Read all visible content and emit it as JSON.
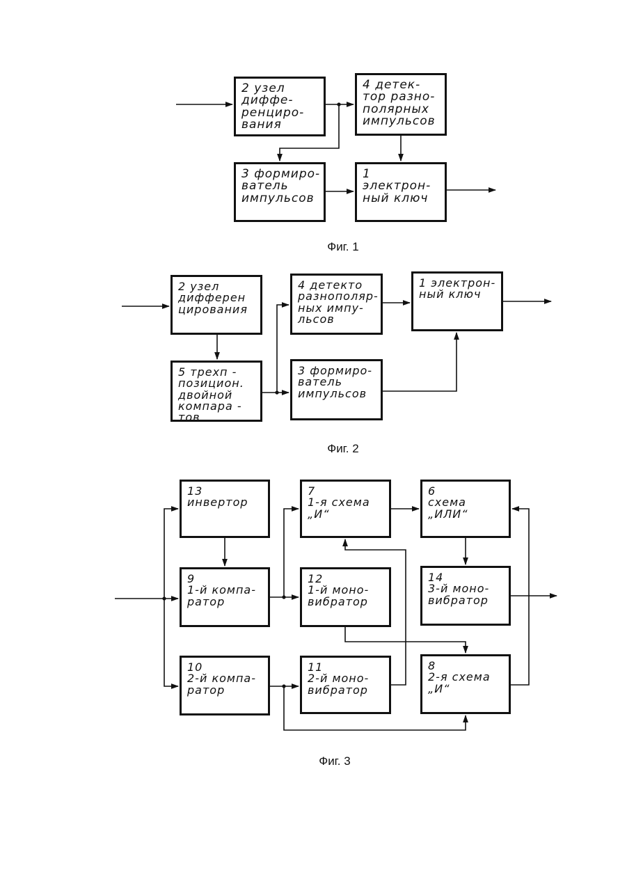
{
  "figures": [
    {
      "caption": "Фиг. 1",
      "blocks": [
        {
          "lines": [
            "2  узел",
            "диффе-",
            "ренциро-",
            "вания"
          ]
        },
        {
          "lines": [
            "4 детек-",
            "тор разно-",
            "полярных",
            "импульсов"
          ]
        },
        {
          "lines": [
            "3 формиро-",
            "ватель",
            "импульсов"
          ]
        },
        {
          "lines": [
            "1",
            "электрон-",
            "ный  ключ"
          ]
        }
      ]
    },
    {
      "caption": "Фиг. 2",
      "blocks": [
        {
          "lines": [
            "2   узел",
            "дифферен",
            "цирования"
          ]
        },
        {
          "lines": [
            "4 детекто",
            "разнополяр-",
            "ных импу-",
            "льсов"
          ]
        },
        {
          "lines": [
            "1 электрон-",
            "ный  ключ"
          ]
        },
        {
          "lines": [
            "5 трехп -",
            "позицион.",
            "двойной",
            "компара -",
            "тов."
          ]
        },
        {
          "lines": [
            "3 формиро-",
            "ватель",
            "импульсов"
          ]
        }
      ]
    },
    {
      "caption": "Фиг. 3",
      "blocks": [
        {
          "lines": [
            "13",
            "инвертор"
          ]
        },
        {
          "lines": [
            "7",
            "1-я  схема",
            " „И“"
          ]
        },
        {
          "lines": [
            "6",
            " схема",
            " „ИЛИ“"
          ]
        },
        {
          "lines": [
            "9",
            "1-й  компа-",
            "ратор"
          ]
        },
        {
          "lines": [
            "12",
            "1-й  моно-",
            "вибратор"
          ]
        },
        {
          "lines": [
            "14",
            "3-й  моно-",
            "вибратор"
          ]
        },
        {
          "lines": [
            "10",
            "2-й  компа-",
            "ратор"
          ]
        },
        {
          "lines": [
            "11",
            "2-й  моно-",
            "вибратор"
          ]
        },
        {
          "lines": [
            "8",
            "2-я   схема",
            "   „И“"
          ]
        }
      ]
    }
  ],
  "colors": {
    "ink": "#111111",
    "paper": "#ffffff"
  }
}
